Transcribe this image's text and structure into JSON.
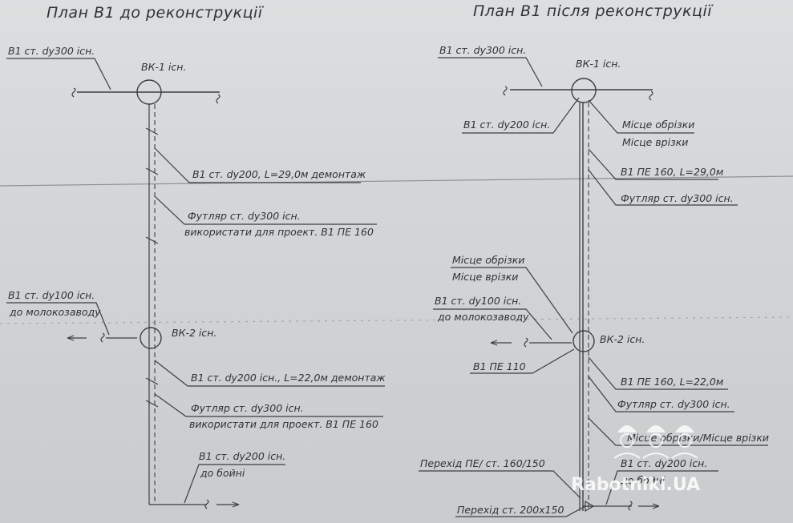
{
  "left_plan": {
    "title": "План В1 до реконструкції",
    "labels": {
      "pipe_top": "В1 ст. dу300 існ.",
      "well_1": "ВК-1 існ.",
      "seg1_line1": "В1 ст. dу200, L=29,0м демонтаж",
      "seg1_line2": "Футляр ст. dу300 існ.",
      "seg1_line3": "використати для проект. В1 ПЕ 160",
      "branch_line1": "В1 ст. dу100 існ.",
      "branch_line2": "до молокозаводу",
      "well_2": "ВК-2 існ.",
      "seg2_line1": "В1 ст. dу200 існ., L=22,0м демонтаж",
      "seg2_line2": "Футляр ст. dу300 існ.",
      "seg2_line3": "використати для проект. В1 ПЕ 160",
      "bottom_line1": "В1 ст. dу200 існ.",
      "bottom_line2": "до бойні"
    }
  },
  "right_plan": {
    "title": "План В1 після реконструкції",
    "labels": {
      "pipe_top": "В1 ст. dу300 існ.",
      "well_1": "ВК-1 існ.",
      "pipe_left": "В1 ст. dу200 існ.",
      "cut_1a": "Місце обрізки",
      "cut_1b": "Місце врізки",
      "seg1_line1": "В1 ПЕ 160, L=29,0м",
      "seg1_line2": "Футляр ст. dу300 існ.",
      "cut_2a": "Місце обрізки",
      "cut_2b": "Місце врізки",
      "branch_line1": "В1 ст. dу100 існ.",
      "branch_line2": "до молокозаводу",
      "well_2": "ВК-2 існ.",
      "pe110": "В1 ПЕ 110",
      "seg2_line1": "В1 ПЕ 160, L=22,0м",
      "seg2_line2": "Футляр ст. dу300 існ.",
      "cut_3": "Місце обрізки/Місце врізки",
      "transition_1": "Перехід ПЕ/ ст. 160/150",
      "bottom_line1": "В1 ст. dу200 існ.",
      "bottom_line2": "до бойні",
      "transition_2": "Перехід ст. 200х150"
    }
  },
  "watermark": "Rabotniki.UA",
  "colors": {
    "ink": "#3b3f44",
    "paper": "#d4d7d8"
  }
}
